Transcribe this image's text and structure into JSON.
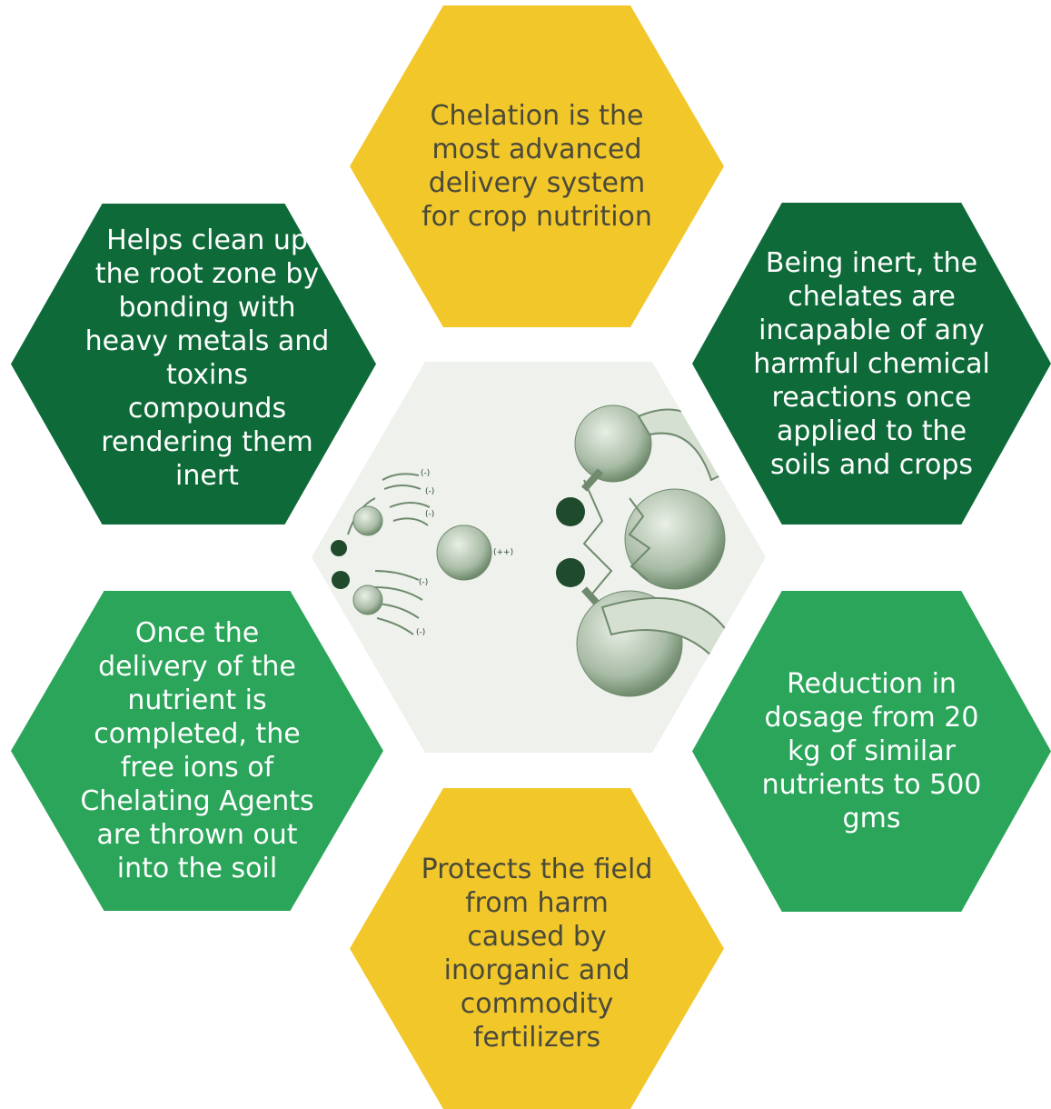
{
  "colors": {
    "yellow": "#f2c72a",
    "dark_green": "#0e6b39",
    "light_green": "#2aa55a",
    "text_dark": "#3b3b3b",
    "text_light": "#ffffff"
  },
  "hexagons": {
    "top": {
      "text": "Chelation is the\nmost advanced\ndelivery system\nfor crop nutrition",
      "fill": "#f2c72a",
      "text_color": "#4a4a3a"
    },
    "top_left": {
      "text": "Helps clean up\nthe root zone by\nbonding with\nheavy metals and\ntoxins\ncompounds\nrendering them\ninert",
      "fill": "#0e6b39",
      "text_color": "#ffffff"
    },
    "top_right": {
      "text": "Being inert, the\nchelates are\nincapable of any\nharmful chemical\nreactions once\napplied to the\nsoils and crops",
      "fill": "#0e6b39",
      "text_color": "#ffffff"
    },
    "bottom_left": {
      "text": "Once the\ndelivery of the\nnutrient is\ncompleted, the\nfree ions of\nChelating Agents\nare thrown out\ninto the soil",
      "fill": "#2aa55a",
      "text_color": "#ffffff"
    },
    "bottom_right": {
      "text": "Reduction in\ndosage from 20\nkg of similar\nnutrients to 500\ngms",
      "fill": "#2aa55a",
      "text_color": "#ffffff"
    },
    "bottom": {
      "text": "Protects the field\nfrom harm\ncaused by\ninorganic and\ncommodity\nfertilizers",
      "fill": "#f2c72a",
      "text_color": "#4a4a3a"
    }
  },
  "center_image": {
    "description_icon": "chelate-molecule-illustration-icon",
    "labels": [
      "(-)",
      "(-)",
      "(-)",
      "(-)",
      "(-)",
      "(++)"
    ]
  }
}
